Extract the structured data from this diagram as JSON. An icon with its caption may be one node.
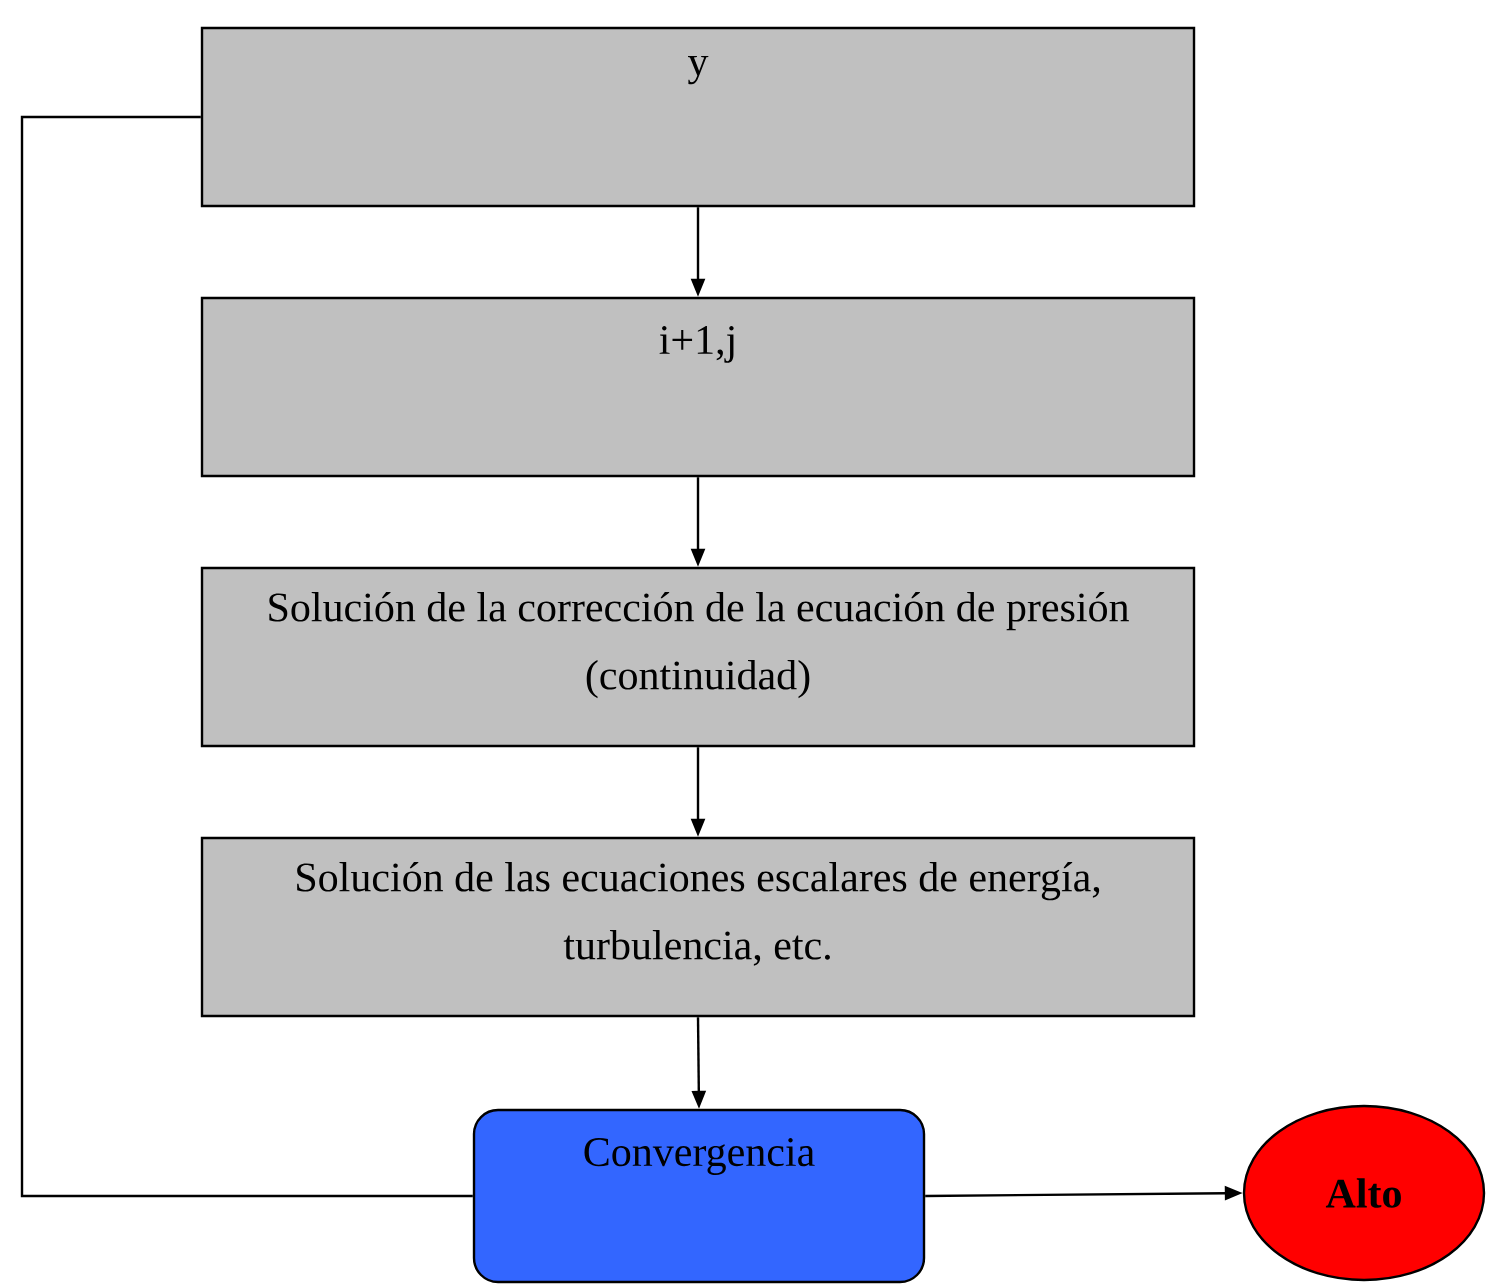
{
  "diagram": {
    "nodes": [
      {
        "text": [
          "y"
        ]
      },
      {
        "text": [
          "i+1,j"
        ]
      },
      {
        "text": [
          "Solución de la corrección de la ecuación de presión (continuidad)"
        ]
      },
      {
        "text": [
          "Solución de las ecuaciones escalares de energía, turbulencia, etc."
        ]
      },
      {
        "text": [
          "Convergencia"
        ]
      },
      {
        "text": [
          "Alto"
        ]
      }
    ],
    "edges": [
      {
        "from": 0,
        "to": 1,
        "arrow": "to"
      },
      {
        "from": 1,
        "to": 2,
        "arrow": "to"
      },
      {
        "from": 2,
        "to": 3,
        "arrow": "to"
      },
      {
        "from": 3,
        "to": 4,
        "arrow": "to"
      },
      {
        "from": 4,
        "to": 5,
        "arrow": "to"
      },
      {
        "from": 4,
        "to": 0,
        "arrow": "none"
      }
    ]
  }
}
